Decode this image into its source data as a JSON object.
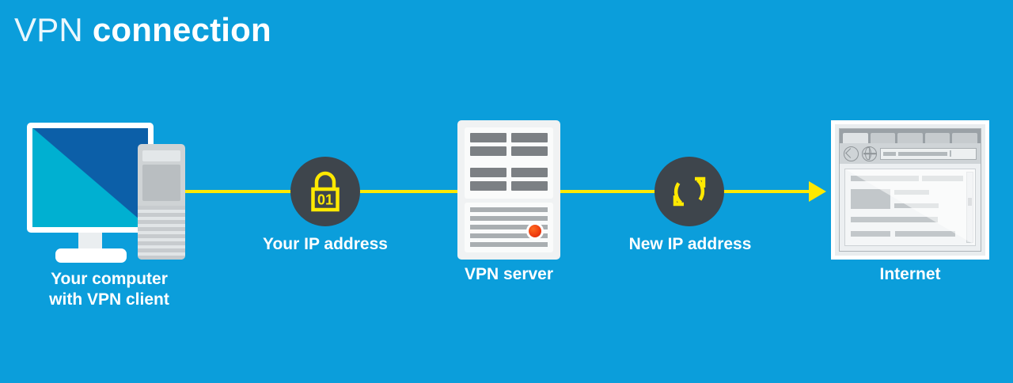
{
  "diagram": {
    "title": {
      "part1": "VPN",
      "part2": "connection"
    },
    "background_color": "#0b9edb",
    "accent_color": "#ffe900",
    "badge_color": "#3e454c",
    "nodes": [
      {
        "id": "computer",
        "label": "Your computer\nwith VPN client",
        "icon": "desktop-computer-icon",
        "screen_colors": {
          "upper": "#00b0d1",
          "lower": "#0c5fa8"
        }
      },
      {
        "id": "your-ip",
        "label": "Your IP address",
        "icon": "padlock-icon",
        "lock_text": "01"
      },
      {
        "id": "vpn-server",
        "label": "VPN server",
        "icon": "server-rack-icon",
        "led_color": "#ee3b10"
      },
      {
        "id": "new-ip",
        "label": "New IP address",
        "icon": "sync-arrows-icon"
      },
      {
        "id": "internet",
        "label": "Internet",
        "icon": "browser-window-icon"
      }
    ],
    "browser": {
      "tabs": [
        "tab-1",
        "tab-2",
        "tab-3",
        "tab-4",
        "tab-5"
      ],
      "active_tab_index": 0,
      "toolbar": {
        "back_icon": "back-arrow-icon",
        "globe_icon": "globe-icon",
        "address_bar_placeholder": ""
      }
    }
  }
}
